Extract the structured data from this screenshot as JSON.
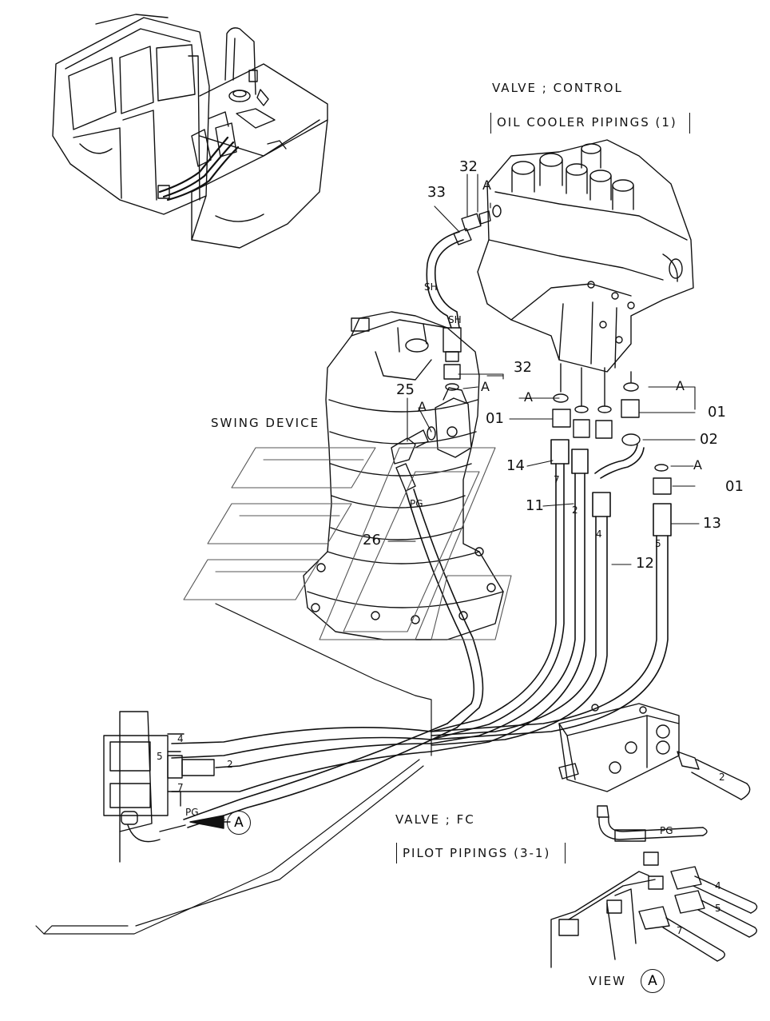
{
  "captions": {
    "valve_control": "VALVE ; CONTROL",
    "oil_cooler": "OIL  COOLER  PIPINGS (1)",
    "swing_device": "SWING  DEVICE",
    "valve_fc": "VALVE ; FC",
    "pilot_pipings": "PILOT  PIPINGS (3-1)",
    "view": "VIEW"
  },
  "view_marker": "A",
  "callouts": {
    "c32a": "32",
    "c33": "33",
    "c32b": "32",
    "c25": "25",
    "c01a": "01",
    "c01b": "01",
    "c01c": "01",
    "c02": "02",
    "c14": "14",
    "c11": "11",
    "c26": "26",
    "c12": "12",
    "c13": "13"
  },
  "a_marks": {
    "a1": "A",
    "a2": "A",
    "a3": "A",
    "a4": "A",
    "a5": "A",
    "a6": "A"
  },
  "hose_tags": {
    "sh1": "SH",
    "sh2": "SH",
    "pg1": "PG",
    "pg2": "PG",
    "pg3": "PG",
    "h7": "7",
    "h2": "2",
    "h4": "4",
    "h5": "5",
    "b4": "4",
    "b5": "5",
    "b2": "2",
    "b7": "7",
    "r2": "2",
    "r4": "4",
    "r5": "5",
    "r7": "7"
  }
}
